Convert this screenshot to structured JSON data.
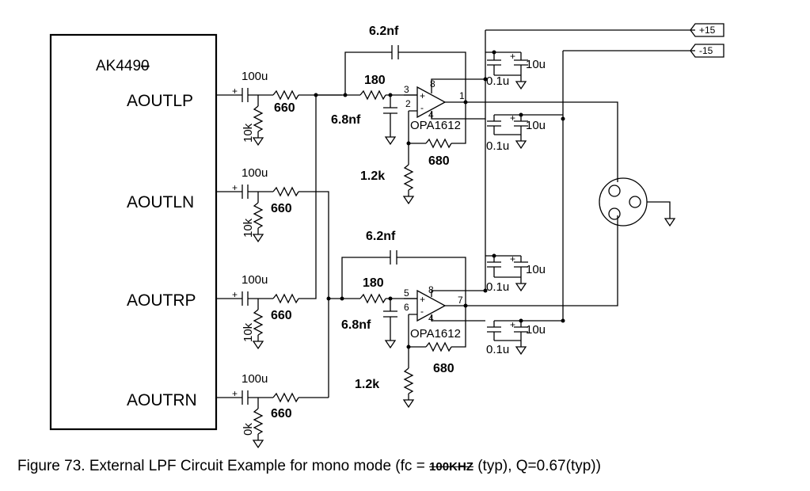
{
  "chip": {
    "name": "AK449",
    "name_suffix": "0",
    "pins": [
      "AOUTLP",
      "AOUTLN",
      "AOUTRP",
      "AOUTRN"
    ]
  },
  "coupling_caps": [
    "100u",
    "100u",
    "100u",
    "100u"
  ],
  "series_resistors": [
    "660",
    "660",
    "660",
    "660"
  ],
  "shunt_resistors": [
    "10k",
    "10k",
    "10k",
    "0k"
  ],
  "filters": [
    {
      "feedback_cap": "6.2nf",
      "input_resistor": "180",
      "ground_cap": "6.8nf",
      "opamp": "OPA1612",
      "gain_resistor": "1.2k",
      "feedback_resistor": "680",
      "pins": {
        "noninv": "3",
        "inv": "2",
        "out": "1",
        "vplus": "8",
        "vminus": "4"
      },
      "decoupling": {
        "big": "10u",
        "small": "0.1u"
      }
    },
    {
      "feedback_cap": "6.2nf",
      "input_resistor": "180",
      "ground_cap": "6.8nf",
      "opamp": "OPA1612",
      "gain_resistor": "1.2k",
      "feedback_resistor": "680",
      "pins": {
        "noninv": "5",
        "inv": "6",
        "out": "7",
        "vplus": "8",
        "vminus": "4"
      },
      "decoupling": {
        "big": "10u",
        "small": "0.1u"
      }
    }
  ],
  "supplies": {
    "pos": "+15",
    "neg": "-15"
  },
  "opamp_symbols": {
    "plus": "+",
    "minus": "-"
  },
  "cap_polarity": "+",
  "caption": {
    "prefix": "Figure 73. External LPF Circuit Example for mono mode (fc = ",
    "fc": "100KHZ",
    "suffix": " (typ), Q=0.67(typ))"
  }
}
